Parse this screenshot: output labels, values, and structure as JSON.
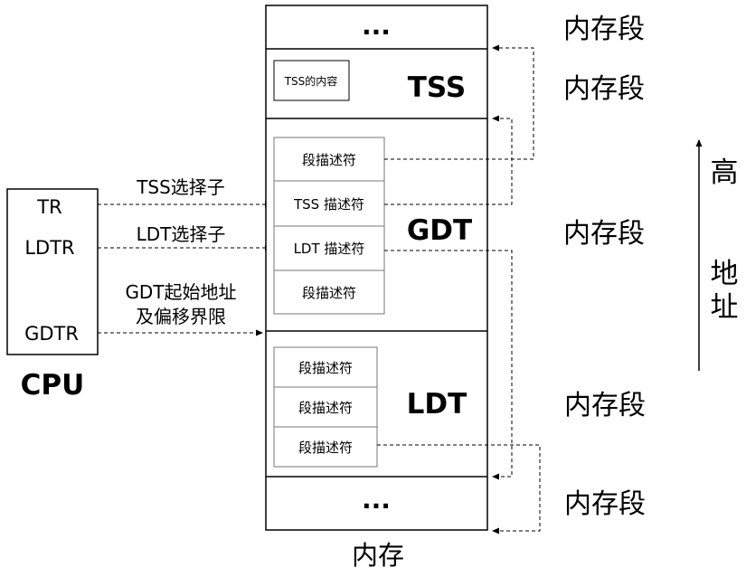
{
  "cpu": {
    "label": "CPU",
    "registers": {
      "tr": "TR",
      "ldtr": "LDTR",
      "gdtr": "GDTR"
    }
  },
  "arrows": {
    "tss_selector": "TSS选择子",
    "ldt_selector": "LDT选择子",
    "gdt_base_line1": "GDT起始地址",
    "gdt_base_line2": "及偏移界限"
  },
  "memory": {
    "caption": "内存",
    "top_ellipsis": "...",
    "bottom_ellipsis": "...",
    "tss": {
      "label": "TSS",
      "content": "TSS的内容"
    },
    "gdt": {
      "label": "GDT",
      "descriptors": [
        "段描述符",
        "TSS 描述符",
        "LDT 描述符",
        "段描述符"
      ]
    },
    "ldt": {
      "label": "LDT",
      "descriptors": [
        "段描述符",
        "段描述符",
        "段描述符"
      ]
    }
  },
  "segment_labels": [
    "内存段",
    "内存段",
    "内存段",
    "内存段",
    "内存段"
  ],
  "address_axis": {
    "high": "高",
    "addr1": "地",
    "addr2": "址"
  }
}
